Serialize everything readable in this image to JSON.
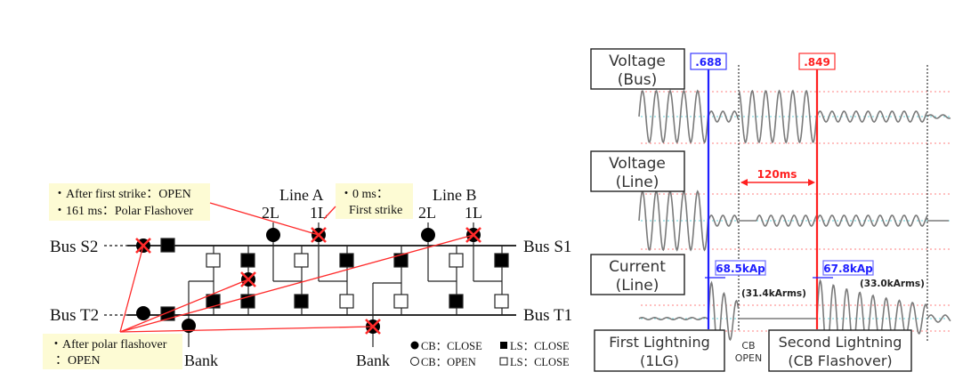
{
  "diagram": {
    "notes": {
      "first_strike_note": {
        "line1": "・After first strike：OPEN",
        "line2": "・161 ms：Polar Flashover"
      },
      "zero_ms_note": {
        "line1": "・0 ms：",
        "line2": "First strike"
      },
      "polar_flashover_note": {
        "line1": "・After polar flashover",
        "line2": "：OPEN"
      }
    },
    "buses": {
      "s2": "Bus S2",
      "s1": "Bus S1",
      "t2": "Bus T2",
      "t1": "Bus T1"
    },
    "lines": {
      "line_a": {
        "name": "Line A",
        "l2": "2L",
        "l1": "1L"
      },
      "line_b": {
        "name": "Line B",
        "l2": "2L",
        "l1": "1L"
      }
    },
    "banks": {
      "left": "Bank",
      "right": "Bank"
    },
    "legend": {
      "cb_close": "CB：CLOSE",
      "cb_open": "CB：OPEN",
      "ls_close_filled": "LS：CLOSE",
      "ls_close_hollow": "LS：CLOSE"
    },
    "colors": {
      "fault_red": "#ff2a2a",
      "note_bg": "#fdfbd4",
      "line": "#111111"
    }
  },
  "waveforms": {
    "panels": {
      "voltage_bus": {
        "line1": "Voltage",
        "line2": "(Bus)"
      },
      "voltage_line": {
        "line1": "Voltage",
        "line2": "(Line)"
      },
      "current_line": {
        "line1": "Current",
        "line2": "(Line)"
      }
    },
    "markers": {
      "first": {
        "label": ".688",
        "color": "#1f1fff"
      },
      "second": {
        "label": ".849",
        "color": "#ff2020"
      }
    },
    "interval_label": "120ms",
    "peaks": {
      "first_peak": "68.5kAp",
      "first_rms": "(31.4kArms)",
      "second_peak": "67.8kAp",
      "second_rms": "(33.0kArms)"
    },
    "events": {
      "first": {
        "line1": "First Lightning",
        "line2": "(1LG)"
      },
      "cb_open": {
        "line1": "CB",
        "line2": "OPEN"
      },
      "second": {
        "line1": "Second Lightning",
        "line2": "(CB Flashover)"
      }
    },
    "colors": {
      "trace": "#7a7a7a",
      "trace_dark": "#222222",
      "ref_red": "#ff8080",
      "ref_cyan": "#66d4dc"
    }
  }
}
